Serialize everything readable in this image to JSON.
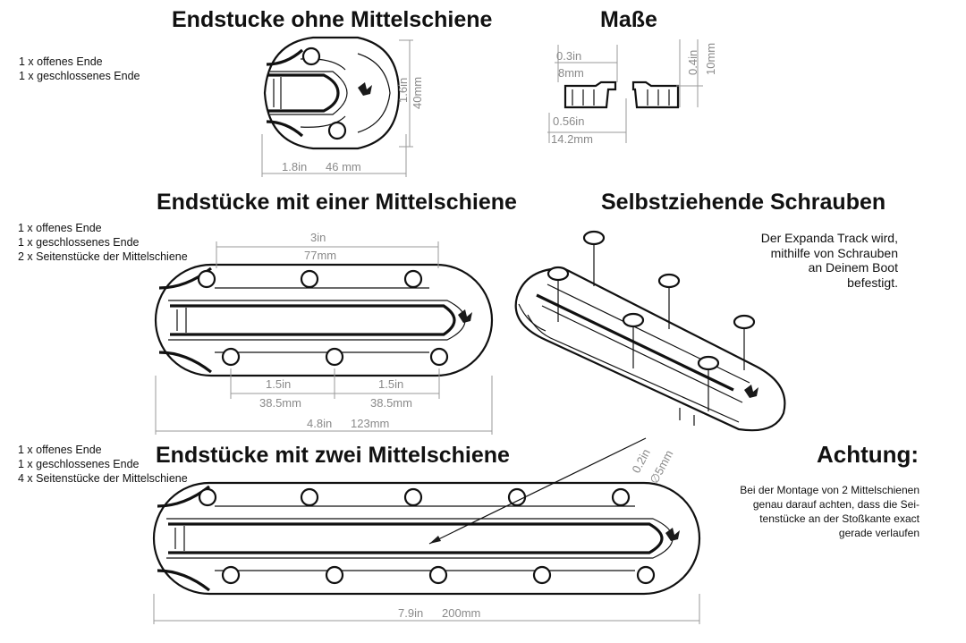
{
  "sections": {
    "ohne": {
      "title": "Endstucke ohne Mittelschiene",
      "notes": [
        "1 x offenes Ende",
        "1 x geschlossenes Ende"
      ],
      "dim_height_in": "1.6in",
      "dim_height_mm": "40mm",
      "dim_width_in": "1.8in",
      "dim_width_mm": "46 mm"
    },
    "masse": {
      "title": "Maße",
      "top_in": "0.3in",
      "top_mm": "8mm",
      "side_in": "0.4in",
      "side_mm": "10mm",
      "bottom_in": "0.56in",
      "bottom_mm": "14.2mm"
    },
    "einer": {
      "title": "Endstücke mit einer Mittelschiene",
      "notes": [
        "1 x offenes Ende",
        "1 x geschlossenes Ende",
        "2 x Seitenstücke der Mittelschiene"
      ],
      "top_in": "3in",
      "top_mm": "77mm",
      "seg1_in": "1.5in",
      "seg1_mm": "38.5mm",
      "seg2_in": "1.5in",
      "seg2_mm": "38.5mm",
      "total_in": "4.8in",
      "total_mm": "123mm"
    },
    "schrauben": {
      "title": "Selbstziehende Schrauben",
      "text": [
        "Der Expanda Track wird,",
        "mithilfe von Schrauben",
        "an Deinem Boot",
        "befestigt."
      ]
    },
    "zwei": {
      "title": "Endstücke mit zwei Mittelschiene",
      "notes": [
        "1 x offenes Ende",
        "1 x geschlossenes Ende",
        "4 x Seitenstücke der Mittelschiene"
      ],
      "hole_in": "0.2in",
      "hole_mm": "∅5mm",
      "total_in": "7.9in",
      "total_mm": "200mm"
    },
    "achtung": {
      "title": "Achtung:",
      "text": [
        "Bei der Montage von 2 Mittelschienen",
        "genau darauf achten, dass die Sei-",
        "tenstücke an der Stoßkante exact",
        "gerade verlaufen"
      ]
    }
  }
}
